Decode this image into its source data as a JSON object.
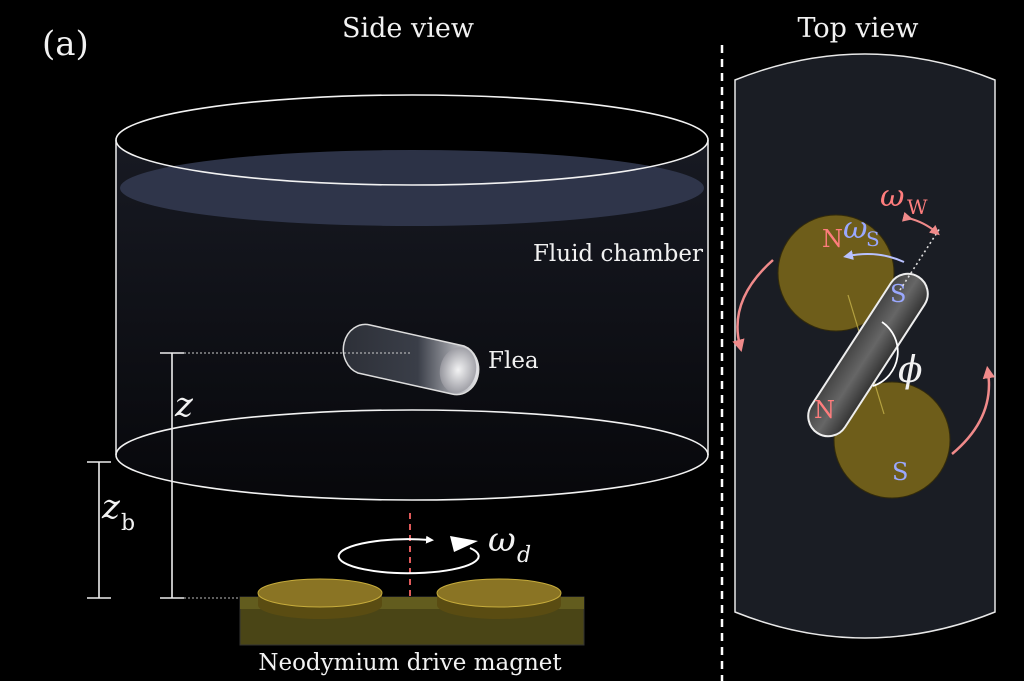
{
  "panel_label": "(a)",
  "side_view": {
    "title": "Side view",
    "fluid_chamber_label": "Fluid chamber",
    "flea_label": "Flea",
    "height_label": "z",
    "base_height_label": "z",
    "base_height_sub": "b",
    "drive_rate_label": "ω",
    "drive_rate_sub": "d",
    "magnet_label": "Neodymium drive magnet"
  },
  "top_view": {
    "title": "Top view",
    "spin_label": "ω",
    "spin_sub": "S",
    "wobble_label": "ω",
    "wobble_sub": "W",
    "angle_label": "ϕ",
    "magnet_top_pole": "N",
    "magnet_bottom_pole": "S",
    "flea_top_pole": "S",
    "flea_bottom_pole": "N"
  },
  "colors": {
    "background": "#000000",
    "magnet": "#6e5d1a",
    "pink_arrow": "#f08a8a",
    "blue_label": "#9aa8ff",
    "pink_label": "#ff7d7d",
    "top_view_fill": "#1a1d24"
  }
}
